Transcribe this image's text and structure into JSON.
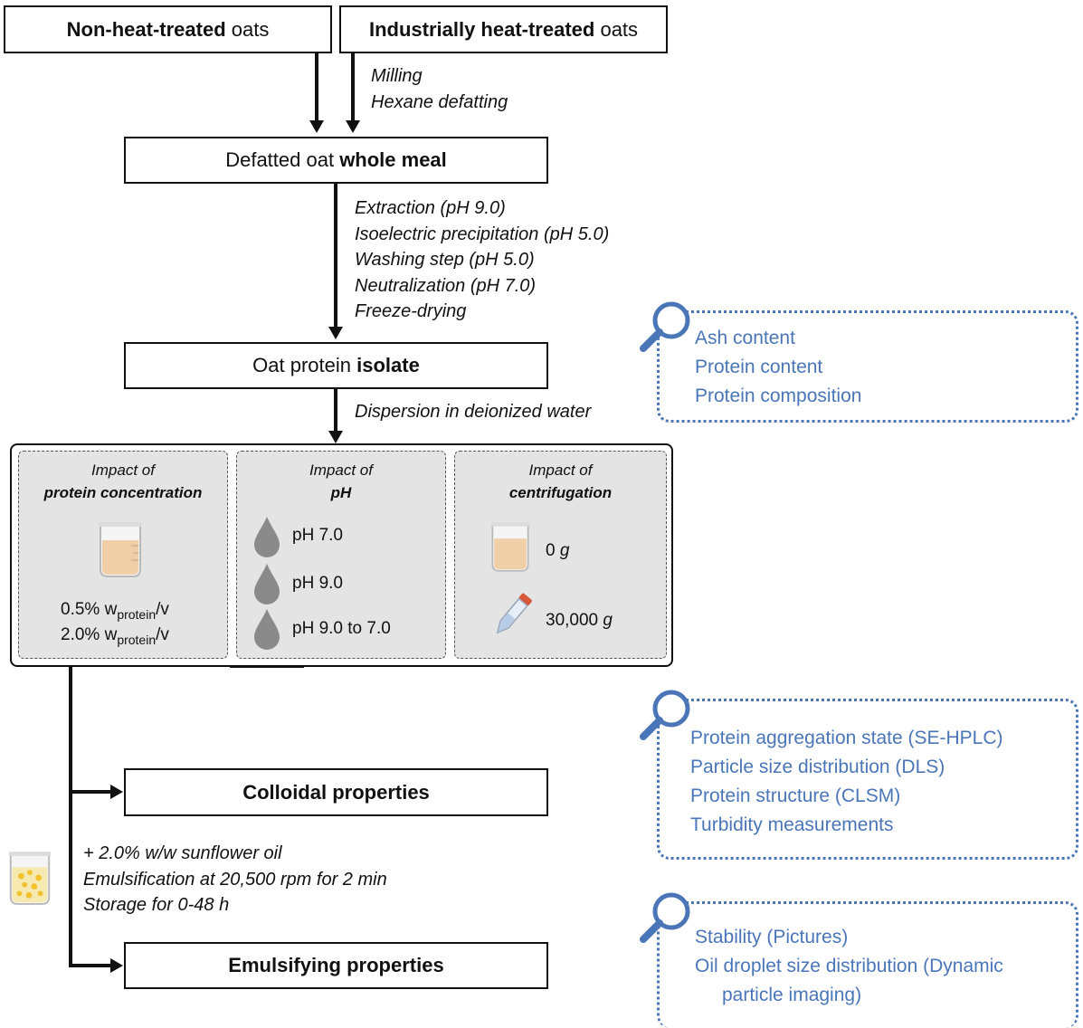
{
  "top": {
    "left_bold": "Non-heat-treated",
    "left_rest": " oats",
    "right_bold": "Industrially heat-treated",
    "right_rest": " oats"
  },
  "steps1": [
    "Milling",
    "Hexane defatting"
  ],
  "meal": {
    "pre": "Defatted oat ",
    "bold": "whole meal"
  },
  "steps2": [
    "Extraction (pH 9.0)",
    "Isoelectric precipitation (pH 5.0)",
    "Washing step (pH 5.0)",
    "Neutralization (pH 7.0)",
    "Freeze-drying"
  ],
  "isolate": {
    "pre": "Oat protein ",
    "bold": "isolate"
  },
  "steps3": [
    "Dispersion in deionized water"
  ],
  "panels": {
    "conc": {
      "title": "Impact of",
      "bold": "protein concentration",
      "v1_pre": "0.5% w",
      "v1_sub": "protein",
      "v1_post": "/v",
      "v2_pre": "2.0% w",
      "v2_sub": "protein",
      "v2_post": "/v"
    },
    "ph": {
      "title": "Impact of",
      "bold": "pH",
      "items": [
        "pH 7.0",
        "pH 9.0",
        "pH 9.0 to 7.0"
      ]
    },
    "cent": {
      "title": "Impact of",
      "bold": "centrifugation",
      "v1_num": "0 ",
      "v1_unit": "g",
      "v2_num": "30,000 ",
      "v2_unit": "g"
    }
  },
  "colloidal": "Colloidal properties",
  "emulsion_steps": [
    "+ 2.0% w/w sunflower oil",
    "Emulsification at 20,500 rpm for 2 min",
    "Storage for 0-48 h"
  ],
  "emulsifying": "Emulsifying properties",
  "analyses": {
    "a1": [
      "Ash content",
      "Protein content",
      "Protein composition"
    ],
    "a2": [
      "Protein aggregation state (SE-HPLC)",
      "Particle size distribution (DLS)",
      "Protein structure (CLSM)",
      "Turbidity measurements"
    ],
    "a3": [
      "Stability (Pictures)",
      "Oil droplet size distribution (Dynamic",
      "particle imaging)"
    ]
  },
  "colors": {
    "accent": "#4a76b8",
    "panel": "#e4e4e4",
    "beaker_liquid": "#f0cfa8",
    "drop": "#8a8a8a"
  }
}
